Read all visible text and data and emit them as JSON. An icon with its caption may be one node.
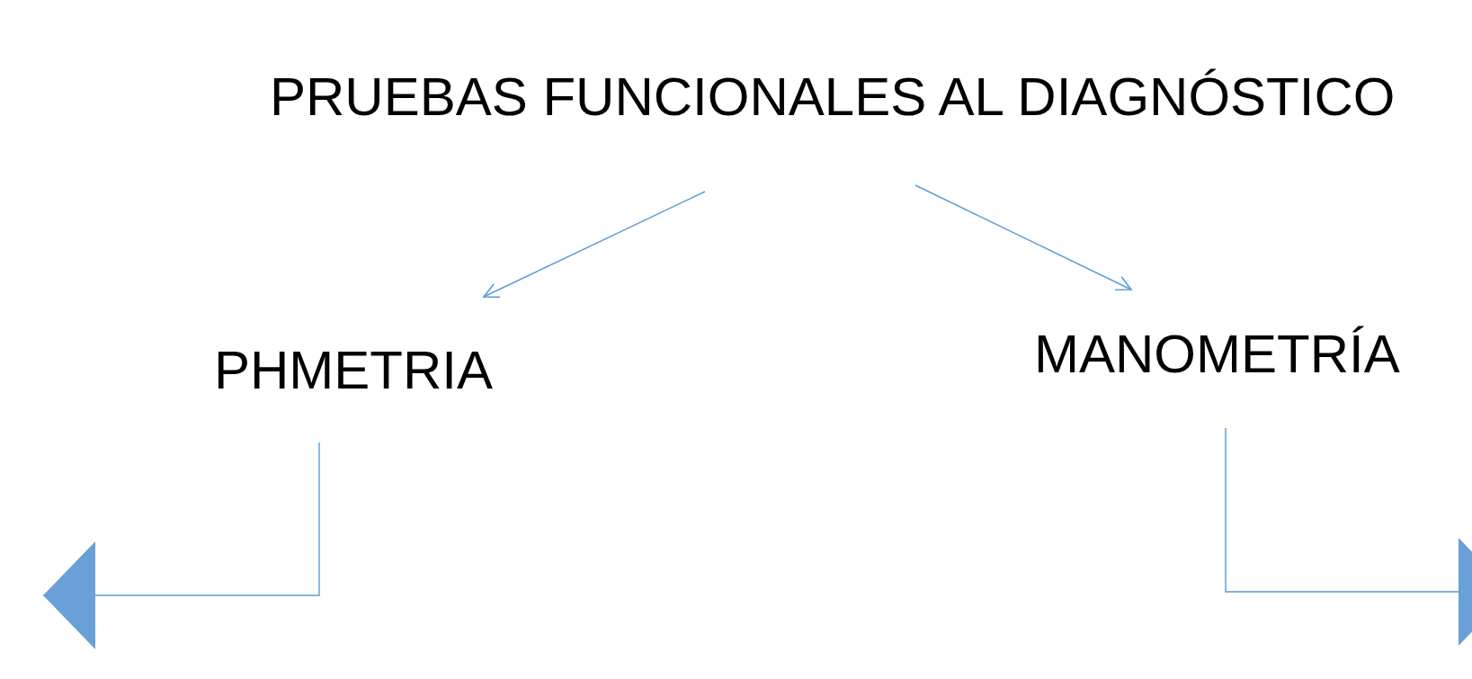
{
  "diagram": {
    "nodes": [
      {
        "text": [
          "PRUEBAS FUNCIONALES AL DIAGNÓSTICO"
        ]
      },
      {
        "text": [
          "PHMETRIA"
        ]
      },
      {
        "text": [
          "MANOMETRÍA"
        ]
      }
    ],
    "edges": [
      {
        "from": 0,
        "to": 1,
        "arrow": "to"
      },
      {
        "from": 0,
        "to": 2,
        "arrow": "to"
      },
      {
        "from": 1,
        "to": null,
        "arrow": "to"
      },
      {
        "from": 2,
        "to": null,
        "arrow": "to"
      }
    ]
  }
}
